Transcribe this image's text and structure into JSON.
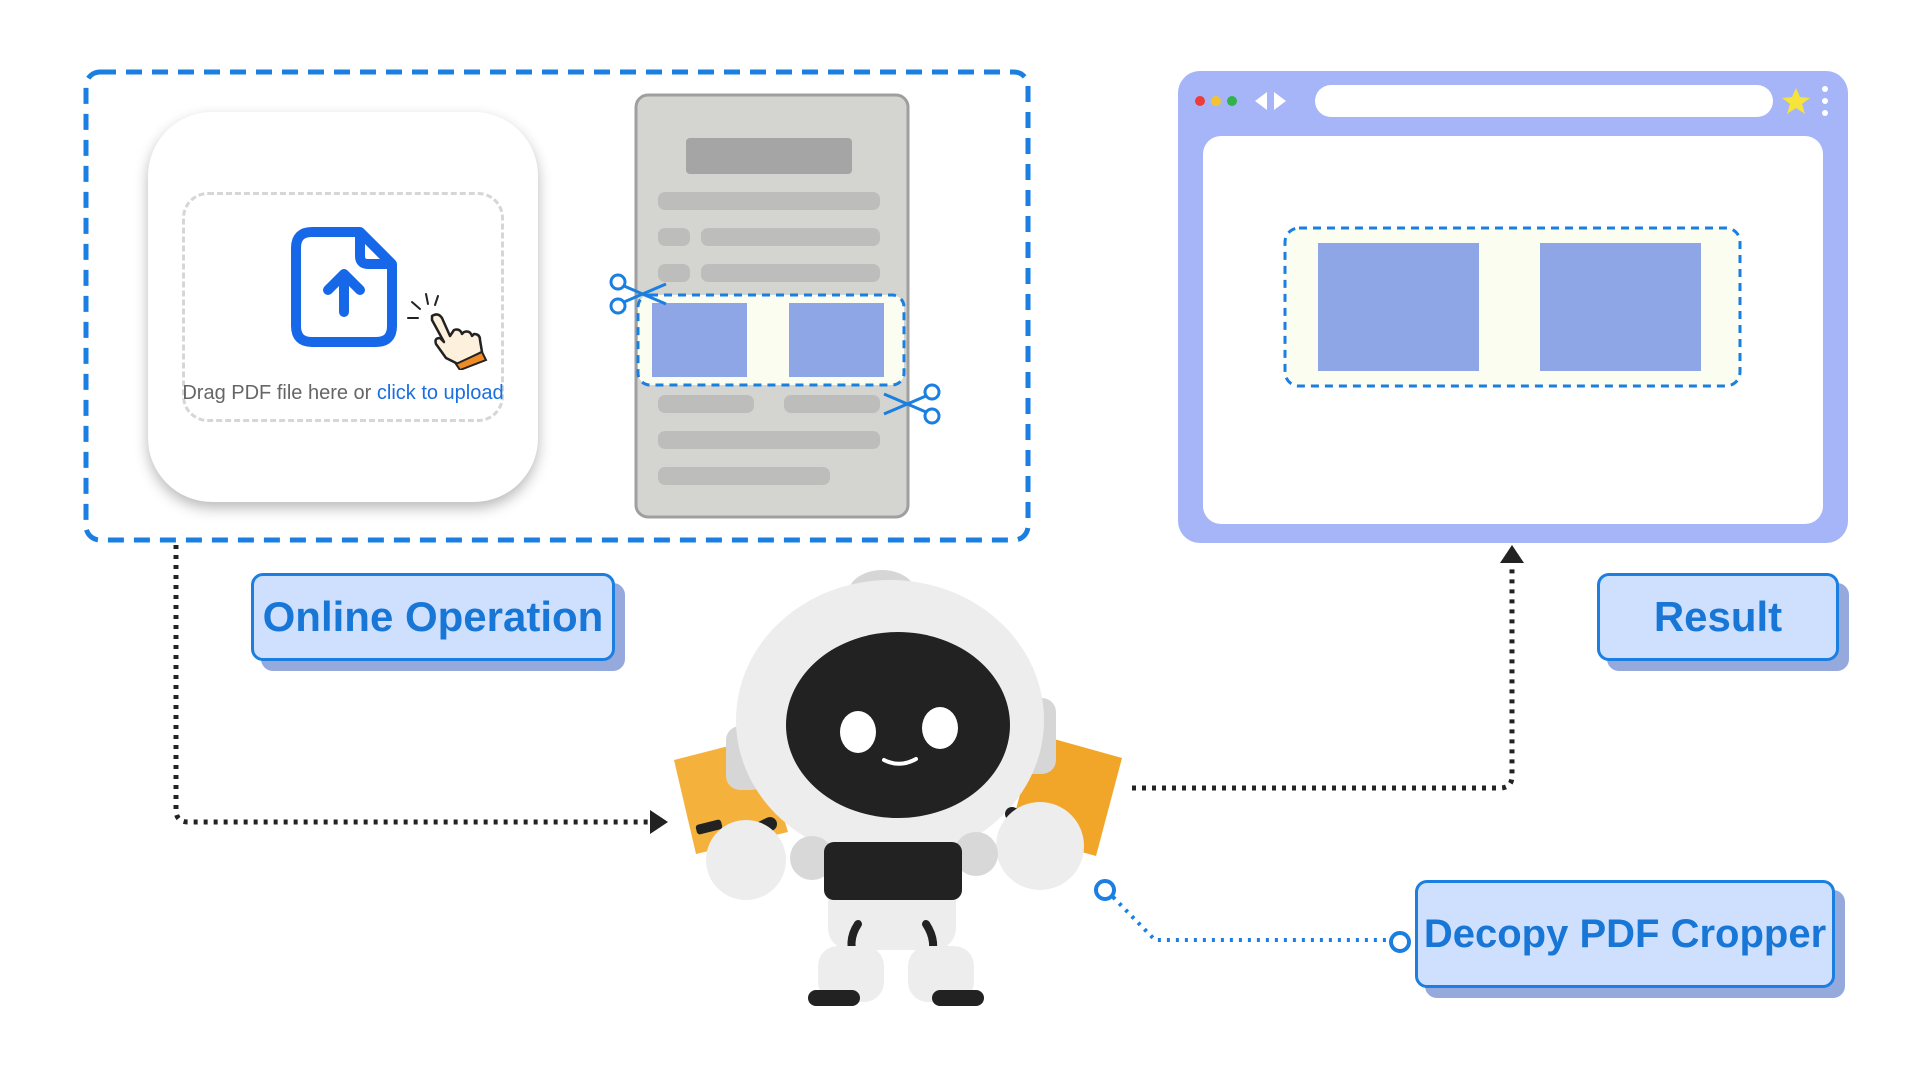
{
  "upload": {
    "prompt_text": "Drag PDF file here or ",
    "link_text": "click to upload"
  },
  "labels": {
    "online_operation": "Online Operation",
    "result": "Result",
    "product": "Decopy PDF Cropper"
  },
  "colors": {
    "accent_blue": "#1a7fe0",
    "label_fill": "#cfe0ff",
    "browser_frame": "#a6b5f7",
    "content_block": "#8fa6e6",
    "highlight_bg": "#fbfdf0",
    "document_gray": "#d4d4d0",
    "robot_orange": "#f4b13c"
  },
  "icons": [
    "upload-file-icon",
    "pointer-hand-icon",
    "scissors-icon",
    "star-icon",
    "arrow-left-icon",
    "arrow-right-icon",
    "menu-dots-icon"
  ]
}
